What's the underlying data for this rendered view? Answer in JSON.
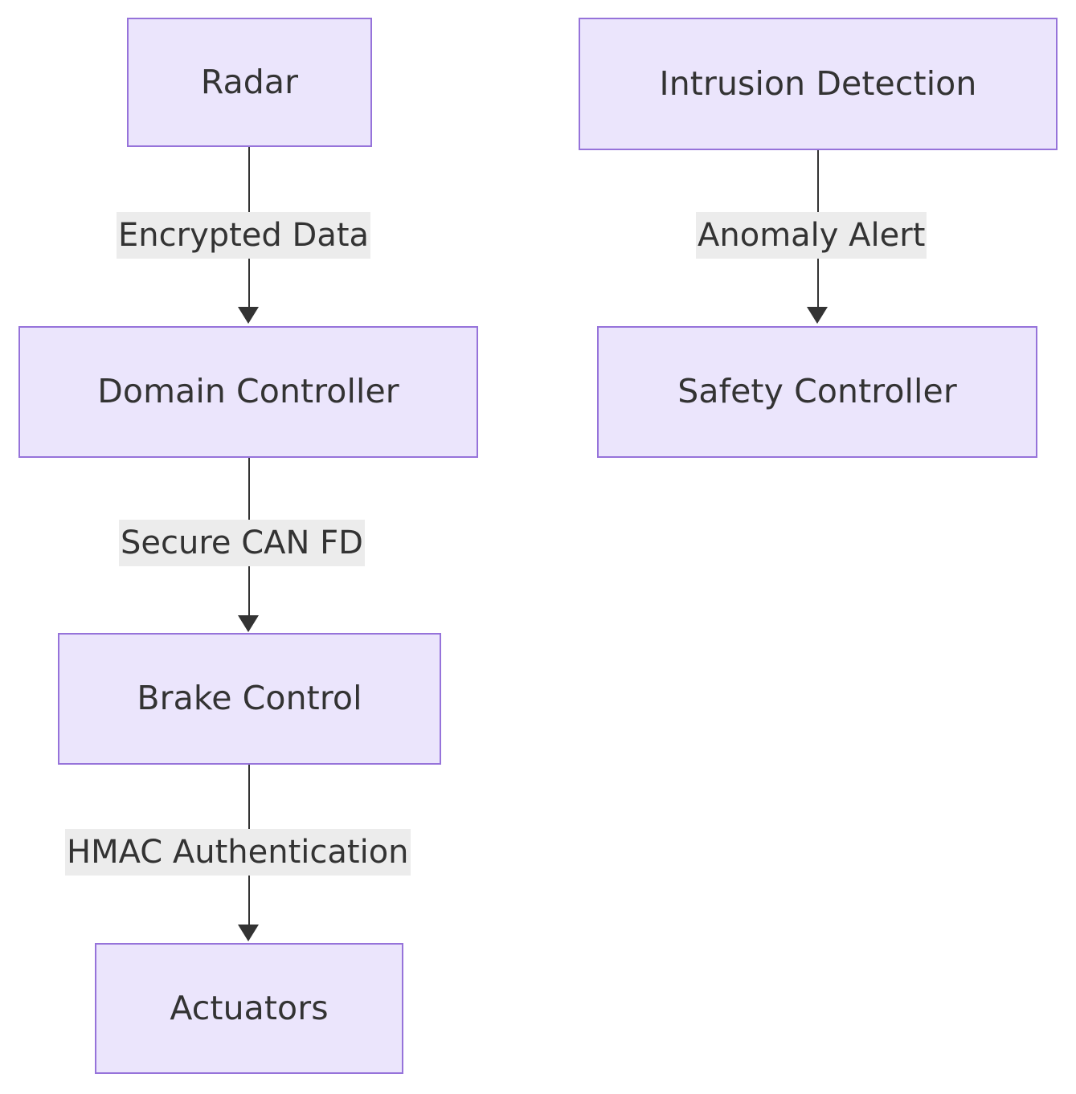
{
  "diagram": {
    "type": "flowchart",
    "direction": "top-down",
    "background_color": "#ffffff",
    "node_fill_color": "#ebe5fc",
    "node_border_color": "#9673da",
    "node_text_color": "#333333",
    "edge_color": "#333333",
    "edge_label_background": "#ececec"
  },
  "nodes": [
    {
      "id": "radar",
      "label": "Radar"
    },
    {
      "id": "intrusion_detection",
      "label": "Intrusion Detection"
    },
    {
      "id": "domain_controller",
      "label": "Domain Controller"
    },
    {
      "id": "safety_controller",
      "label": "Safety Controller"
    },
    {
      "id": "brake_control",
      "label": "Brake Control"
    },
    {
      "id": "actuators",
      "label": "Actuators"
    }
  ],
  "edges": [
    {
      "id": "radar-domain",
      "from": "radar",
      "to": "domain_controller",
      "label": "Encrypted Data"
    },
    {
      "id": "intrusion-safety",
      "from": "intrusion_detection",
      "to": "safety_controller",
      "label": "Anomaly Alert"
    },
    {
      "id": "domain-brake",
      "from": "domain_controller",
      "to": "brake_control",
      "label": "Secure CAN FD"
    },
    {
      "id": "brake-actuators",
      "from": "brake_control",
      "to": "actuators",
      "label": "HMAC Authentication"
    }
  ]
}
